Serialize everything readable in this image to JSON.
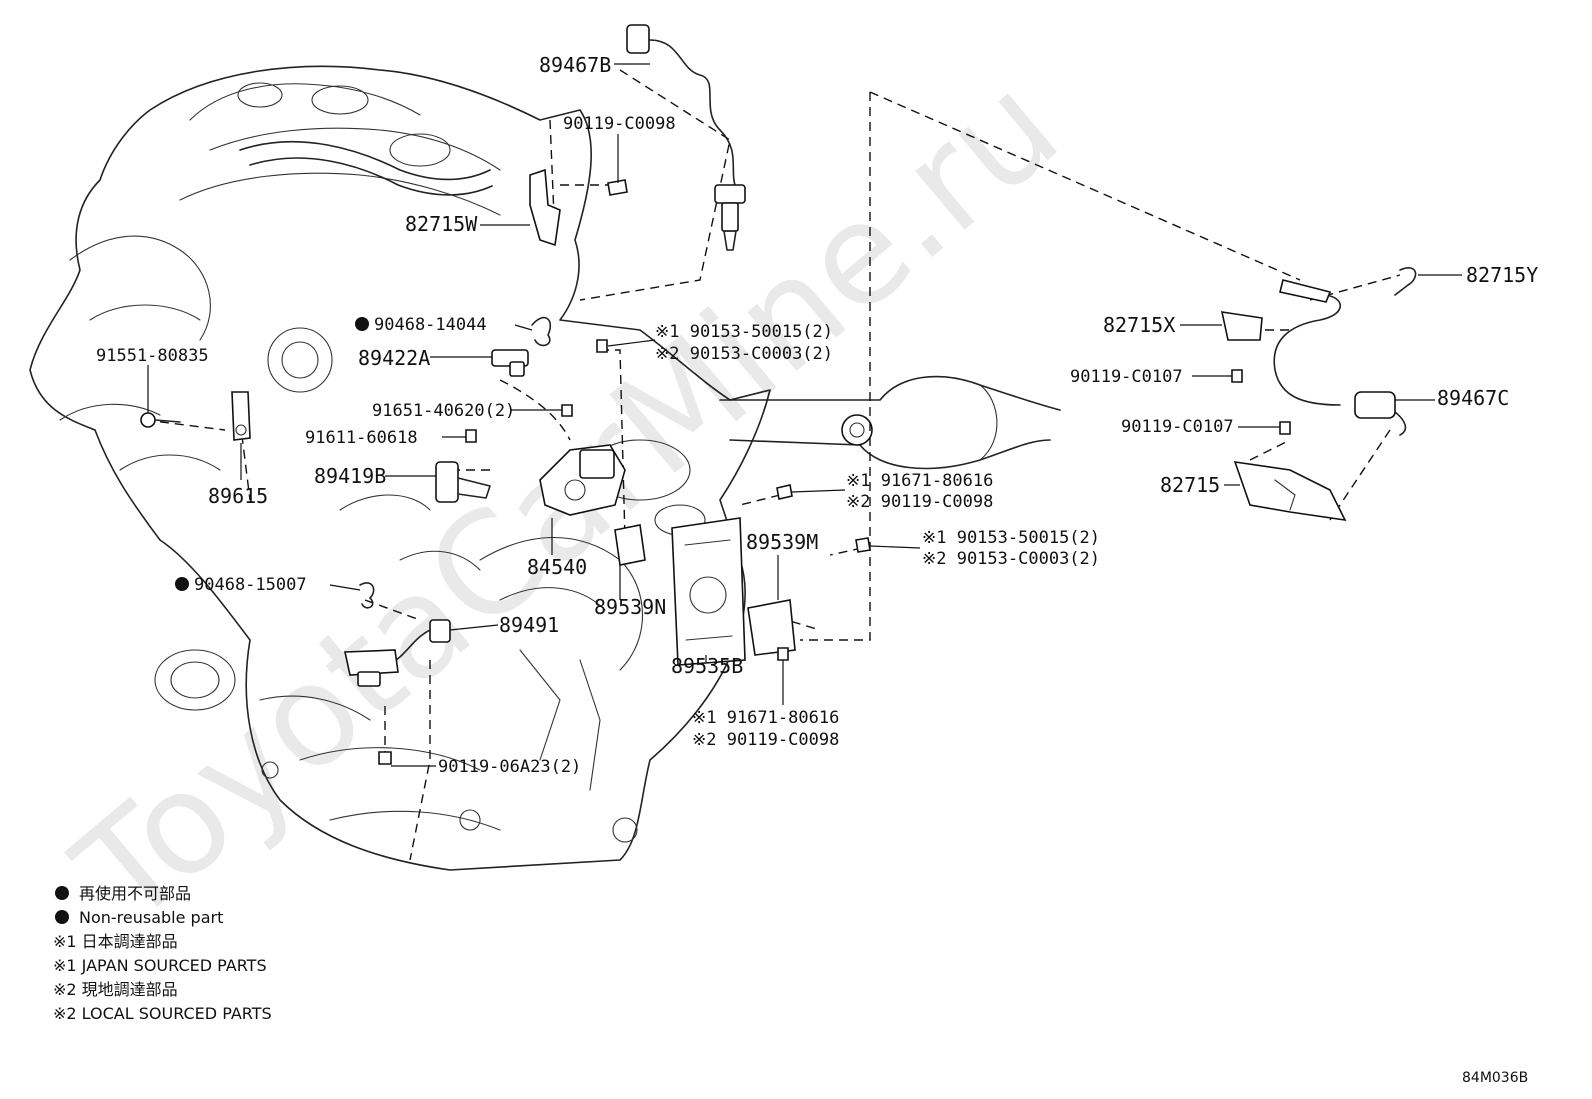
{
  "watermark": "ToyotaCarMine.ru",
  "diagram_code": "84M036B",
  "labels": {
    "p89467B": "89467B",
    "p90119_C0098_top": "90119-C0098",
    "p82715W": "82715W",
    "p90468_14044": "90468-14044",
    "p89422A": "89422A",
    "p91551_80835": "91551-80835",
    "p91651_40620": "91651-40620(2)",
    "p91611_60618": "91611-60618",
    "p89419B": "89419B",
    "p89615": "89615",
    "p90153_a1": "※1 90153-50015(2)",
    "p90153_a2": "※2 90153-C0003(2)",
    "p91671_a1": "※1 91671-80616",
    "p90119_a2": "※2 90119-C0098",
    "p90153_b1": "※1 90153-50015(2)",
    "p90153_b2": "※2 90153-C0003(2)",
    "p89539M": "89539M",
    "p84540": "84540",
    "p89539N": "89539N",
    "p90468_15007": "90468-15007",
    "p89491": "89491",
    "p89535B": "89535B",
    "p91671_b1": "※1 91671-80616",
    "p90119_b2": "※2 90119-C0098",
    "p90119_06A23": "90119-06A23(2)",
    "p82715Y": "82715Y",
    "p82715X": "82715X",
    "p90119_C0107_a": "90119-C0107",
    "p89467C": "89467C",
    "p90119_C0107_b": "90119-C0107",
    "p82715": "82715"
  },
  "legend": [
    "再使用不可部品",
    "Non-reusable part",
    "※1 日本調達部品",
    "※1 JAPAN SOURCED PARTS",
    "※2 現地調達部品",
    "※2 LOCAL SOURCED PARTS"
  ]
}
